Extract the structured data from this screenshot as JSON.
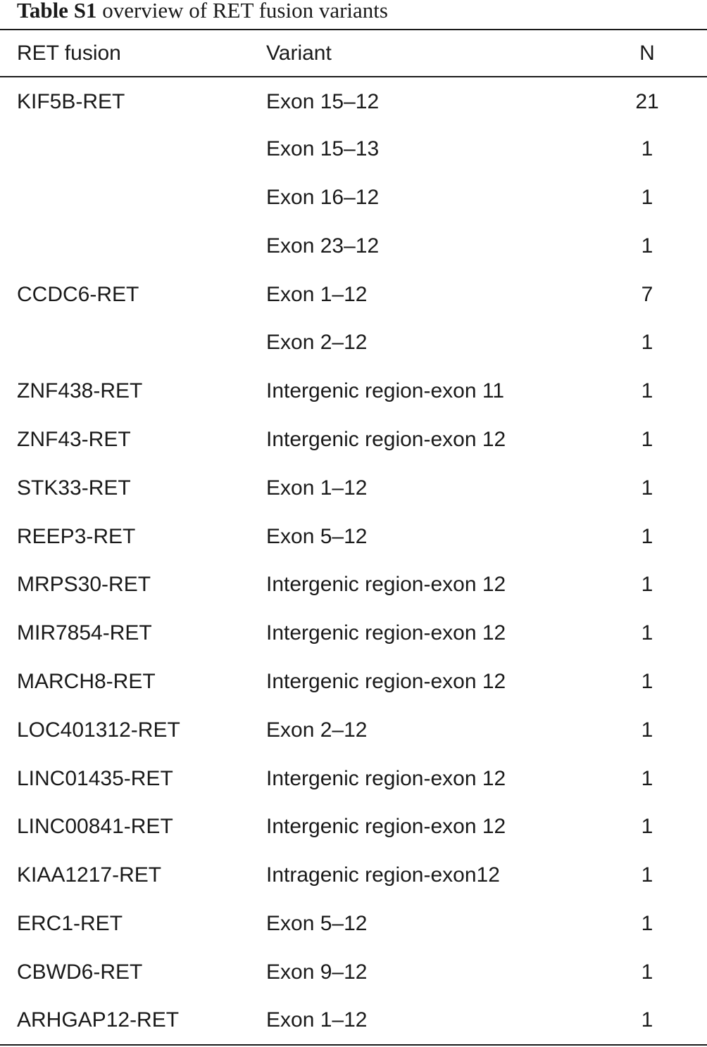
{
  "caption": {
    "label": "Table S1",
    "text": "overview of RET fusion variants"
  },
  "table": {
    "headers": [
      "RET fusion",
      "Variant",
      "N"
    ],
    "rows": [
      [
        "KIF5B-RET",
        "Exon 15–12",
        "21"
      ],
      [
        "",
        "Exon 15–13",
        "1"
      ],
      [
        "",
        "Exon 16–12",
        "1"
      ],
      [
        "",
        "Exon 23–12",
        "1"
      ],
      [
        "CCDC6-RET",
        "Exon 1–12",
        "7"
      ],
      [
        "",
        "Exon 2–12",
        "1"
      ],
      [
        "ZNF438-RET",
        "Intergenic region-exon 11",
        "1"
      ],
      [
        "ZNF43-RET",
        "Intergenic region-exon 12",
        "1"
      ],
      [
        "STK33-RET",
        "Exon 1–12",
        "1"
      ],
      [
        "REEP3-RET",
        "Exon 5–12",
        "1"
      ],
      [
        "MRPS30-RET",
        "Intergenic region-exon 12",
        "1"
      ],
      [
        "MIR7854-RET",
        "Intergenic region-exon 12",
        "1"
      ],
      [
        "MARCH8-RET",
        "Intergenic region-exon 12",
        "1"
      ],
      [
        "LOC401312-RET",
        "Exon 2–12",
        "1"
      ],
      [
        "LINC01435-RET",
        "Intergenic region-exon 12",
        "1"
      ],
      [
        "LINC00841-RET",
        "Intergenic region-exon 12",
        "1"
      ],
      [
        "KIAA1217-RET",
        "Intragenic region-exon12",
        "1"
      ],
      [
        "ERC1-RET",
        "Exon 5–12",
        "1"
      ],
      [
        "CBWD6-RET",
        "Exon 9–12",
        "1"
      ],
      [
        "ARHGAP12-RET",
        "Exon 1–12",
        "1"
      ]
    ]
  }
}
